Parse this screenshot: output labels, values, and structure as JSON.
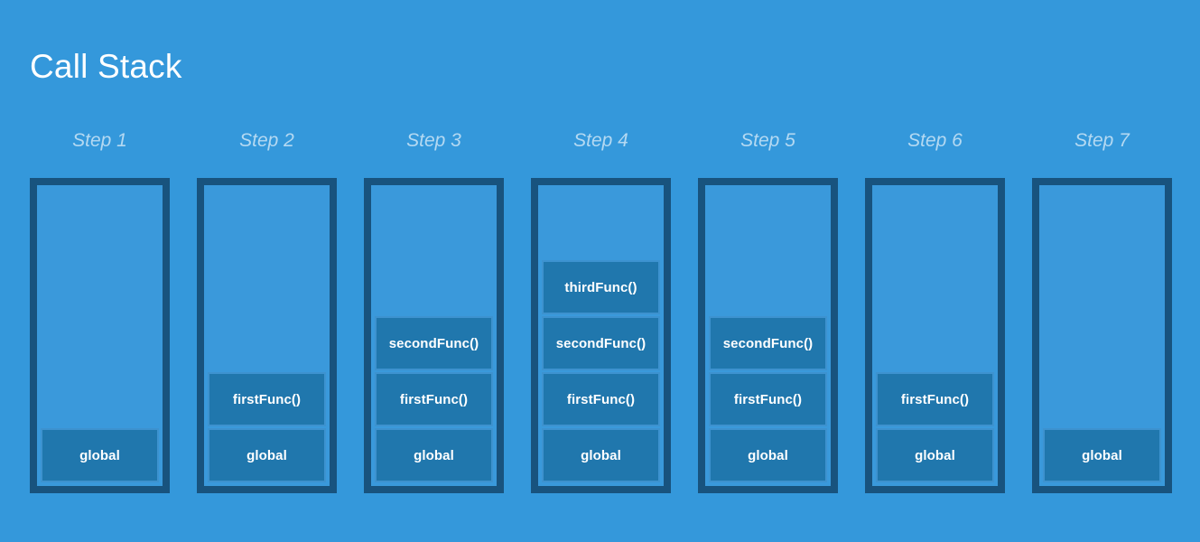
{
  "page": {
    "title": "Call Stack",
    "background_color": "#3498db",
    "frame_border_color": "#18537e",
    "box_fill_color": "#2077ad",
    "box_border_color": "#3d92cf",
    "label_color": "#b4d9f2",
    "text_color": "#ffffff"
  },
  "steps": [
    {
      "label": "Step 1",
      "frames": [
        {
          "name": "global"
        }
      ]
    },
    {
      "label": "Step 2",
      "frames": [
        {
          "name": "firstFunc()"
        },
        {
          "name": "global"
        }
      ]
    },
    {
      "label": "Step 3",
      "frames": [
        {
          "name": "secondFunc()"
        },
        {
          "name": "firstFunc()"
        },
        {
          "name": "global"
        }
      ]
    },
    {
      "label": "Step 4",
      "frames": [
        {
          "name": "thirdFunc()"
        },
        {
          "name": "secondFunc()"
        },
        {
          "name": "firstFunc()"
        },
        {
          "name": "global"
        }
      ]
    },
    {
      "label": "Step 5",
      "frames": [
        {
          "name": "secondFunc()"
        },
        {
          "name": "firstFunc()"
        },
        {
          "name": "global"
        }
      ]
    },
    {
      "label": "Step 6",
      "frames": [
        {
          "name": "firstFunc()"
        },
        {
          "name": "global"
        }
      ]
    },
    {
      "label": "Step 7",
      "frames": [
        {
          "name": "global"
        }
      ]
    }
  ]
}
